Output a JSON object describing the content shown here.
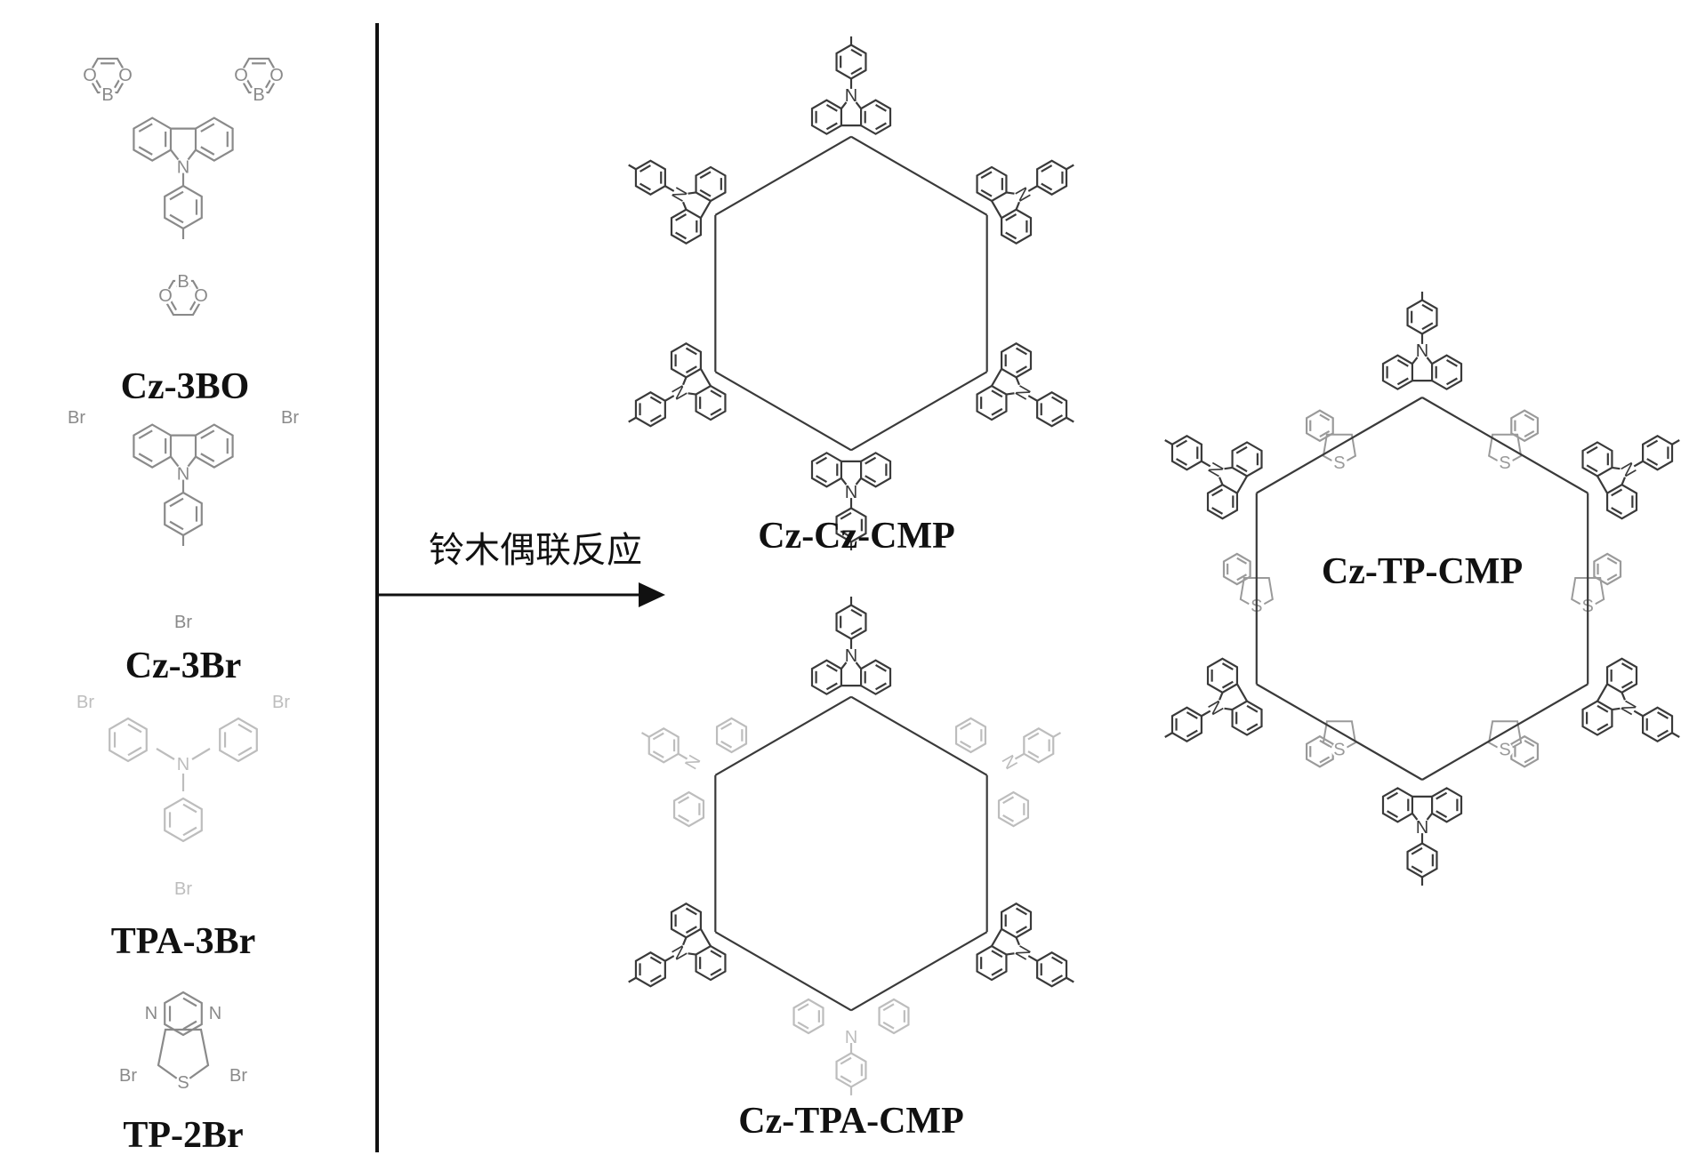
{
  "monomers": [
    {
      "name": "Cz-3BO"
    },
    {
      "name": "Cz-3Br"
    },
    {
      "name": "TPA-3Br"
    },
    {
      "name": "TP-2Br"
    }
  ],
  "reaction": {
    "label": "铃木偶联反应"
  },
  "products": [
    {
      "name": "Cz-Cz-CMP",
      "nodes": [
        "Cz",
        "Cz",
        "Cz",
        "Cz",
        "Cz",
        "Cz"
      ]
    },
    {
      "name": "Cz-TPA-CMP",
      "nodes": [
        "Cz",
        "TPA",
        "Cz",
        "TPA",
        "Cz",
        "TPA"
      ]
    },
    {
      "name": "Cz-TP-CMP",
      "nodes": [
        "Cz",
        "Cz",
        "Cz",
        "Cz",
        "Cz",
        "Cz"
      ],
      "linker": "TP"
    }
  ],
  "atoms": {
    "B": "B",
    "O": "O",
    "N": "N",
    "Br": "Br",
    "S": "S"
  },
  "colors": {
    "line": "#111111",
    "monomer": "#8a8a8a",
    "tpa": "#bdbdbd",
    "tp": "#9a9a9a",
    "polymer": "#3a3a3a"
  }
}
